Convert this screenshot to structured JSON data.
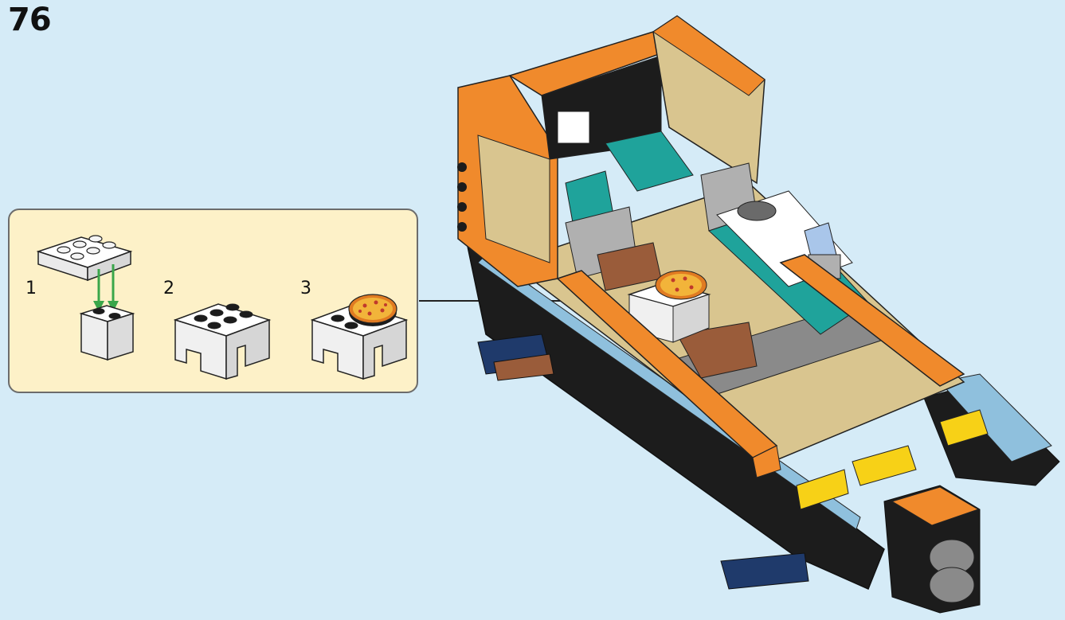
{
  "step": {
    "number": "76"
  },
  "callout": {
    "substeps": [
      {
        "label": "1"
      },
      {
        "label": "2"
      },
      {
        "label": "3"
      }
    ]
  },
  "colors": {
    "background": "#d5ebf7",
    "callout_fill": "#fdf1c8",
    "orange": "#f08a2c",
    "tan": "#d9c58f",
    "teal": "#1fa39b",
    "dark_gray": "#585858",
    "light_gray": "#b0b0b0",
    "white": "#ffffff",
    "black": "#1c1c1c",
    "navy": "#1f3a6b",
    "medium_blue": "#8fc0dd",
    "yellow": "#f7d117",
    "reddish_brown": "#9a5c3a",
    "pizza": "#e8a23a",
    "arrow_green": "#3aa64a"
  },
  "icons": {
    "pizza": "pizza-tile-icon",
    "assembly_arrow": "green-down-arrow-icon",
    "callout_pointer": "callout-pointer-arrow-icon"
  }
}
